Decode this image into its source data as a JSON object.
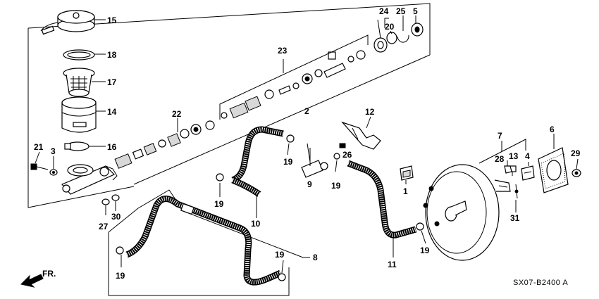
{
  "diagram_code": "SX07-B2400 A",
  "direction_label": "FR.",
  "callouts": [
    {
      "id": "c15",
      "text": "15"
    },
    {
      "id": "c18",
      "text": "18"
    },
    {
      "id": "c17",
      "text": "17"
    },
    {
      "id": "c14",
      "text": "14"
    },
    {
      "id": "c16",
      "text": "16"
    },
    {
      "id": "c21",
      "text": "21"
    },
    {
      "id": "c3",
      "text": "3"
    },
    {
      "id": "c22",
      "text": "22"
    },
    {
      "id": "c23",
      "text": "23"
    },
    {
      "id": "c2",
      "text": "2"
    },
    {
      "id": "c24",
      "text": "24"
    },
    {
      "id": "c25",
      "text": "25"
    },
    {
      "id": "c5",
      "text": "5"
    },
    {
      "id": "c20",
      "text": "20"
    },
    {
      "id": "c12",
      "text": "12"
    },
    {
      "id": "c26",
      "text": "26"
    },
    {
      "id": "c9",
      "text": "9"
    },
    {
      "id": "c19a",
      "text": "19"
    },
    {
      "id": "c19b",
      "text": "19"
    },
    {
      "id": "c19c",
      "text": "19"
    },
    {
      "id": "c19d",
      "text": "19"
    },
    {
      "id": "c19e",
      "text": "19"
    },
    {
      "id": "c19f",
      "text": "19"
    },
    {
      "id": "c10",
      "text": "10"
    },
    {
      "id": "c1",
      "text": "1"
    },
    {
      "id": "c11",
      "text": "11"
    },
    {
      "id": "c8",
      "text": "8"
    },
    {
      "id": "c27",
      "text": "27"
    },
    {
      "id": "c30",
      "text": "30"
    },
    {
      "id": "c7",
      "text": "7"
    },
    {
      "id": "c6",
      "text": "6"
    },
    {
      "id": "c13",
      "text": "13"
    },
    {
      "id": "c28",
      "text": "28"
    },
    {
      "id": "c4",
      "text": "4"
    },
    {
      "id": "c29",
      "text": "29"
    },
    {
      "id": "c31",
      "text": "31"
    }
  ]
}
